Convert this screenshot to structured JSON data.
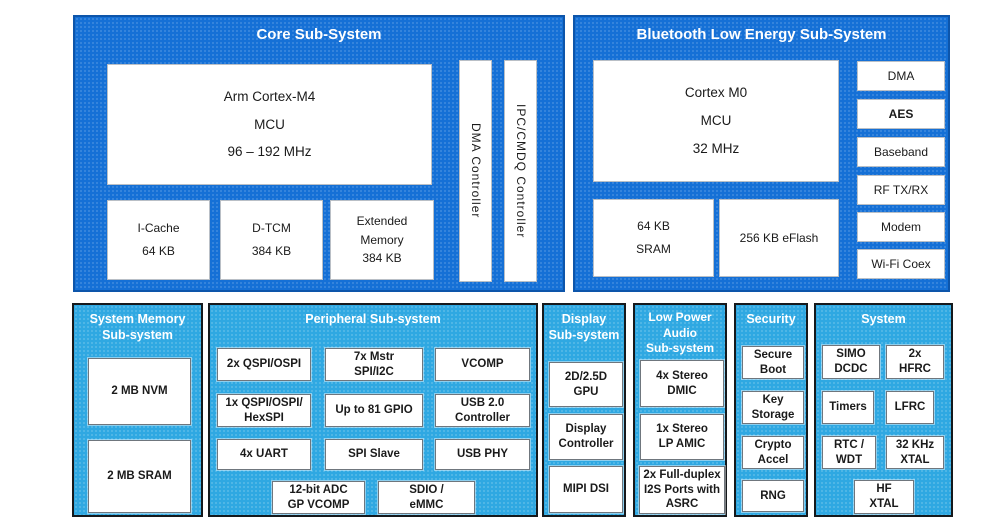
{
  "core": {
    "title": "Core Sub-System",
    "mcu": "Arm Cortex-M4\nMCU\n96 – 192 MHz",
    "icache": "I-Cache\n64 KB",
    "dtcm": "D-TCM\n384 KB",
    "extended_memory": "Extended\nMemory\n384 KB",
    "dma_controller": "DMA Controller",
    "ipc_controller": "IPC/CMDQ Controller"
  },
  "ble": {
    "title": "Bluetooth Low Energy Sub-System",
    "mcu": "Cortex M0\nMCU\n32 MHz",
    "sram": "64 KB\nSRAM",
    "eflash": "256 KB eFlash",
    "blocks": [
      "DMA",
      "AES",
      "Baseband",
      "RF TX/RX",
      "Modem",
      "Wi-Fi Coex"
    ]
  },
  "memory": {
    "title": "System Memory\nSub-system",
    "nvm": "2 MB NVM",
    "sram": "2 MB SRAM"
  },
  "peripheral": {
    "title": "Peripheral Sub-system",
    "qspi": "2x QSPI/OSPI",
    "mstr_spi": "7x Mstr\nSPI/I2C",
    "vcomp": "VCOMP",
    "hexspi": "1x QSPI/OSPI/\nHexSPI",
    "gpio": "Up to 81 GPIO",
    "usb2": "USB 2.0\nController",
    "uart": "4x UART",
    "spi_slave": "SPI Slave",
    "usb_phy": "USB PHY",
    "adc": "12-bit ADC\nGP VCOMP",
    "sdio": "SDIO /\neMMC"
  },
  "display": {
    "title": "Display\nSub-system",
    "gpu": "2D/2.5D\nGPU",
    "controller": "Display\nController",
    "mipi": "MIPI DSI"
  },
  "audio": {
    "title": "Low Power\nAudio\nSub-system",
    "dmic": "4x Stereo\nDMIC",
    "amic": "1x Stereo\nLP AMIC",
    "i2s": "2x Full-duplex\nI2S Ports with\nASRC"
  },
  "security": {
    "title": "Security",
    "secure_boot": "Secure\nBoot",
    "key_storage": "Key\nStorage",
    "crypto": "Crypto\nAccel",
    "rng": "RNG"
  },
  "system": {
    "title": "System",
    "simo": "SIMO\nDCDC",
    "hfrc": "2x\nHFRC",
    "timers": "Timers",
    "lfrc": "LFRC",
    "rtc": "RTC /\nWDT",
    "xtal32": "32 KHz\nXTAL",
    "hf_xtal": "HF\nXTAL"
  },
  "colors": {
    "panel_dark_blue": "#1570D6",
    "panel_light_blue": "#2FA8E2",
    "block_background": "#FFFFFF",
    "title_text": "#FFFFFF",
    "block_text": "#1A1A1A"
  }
}
